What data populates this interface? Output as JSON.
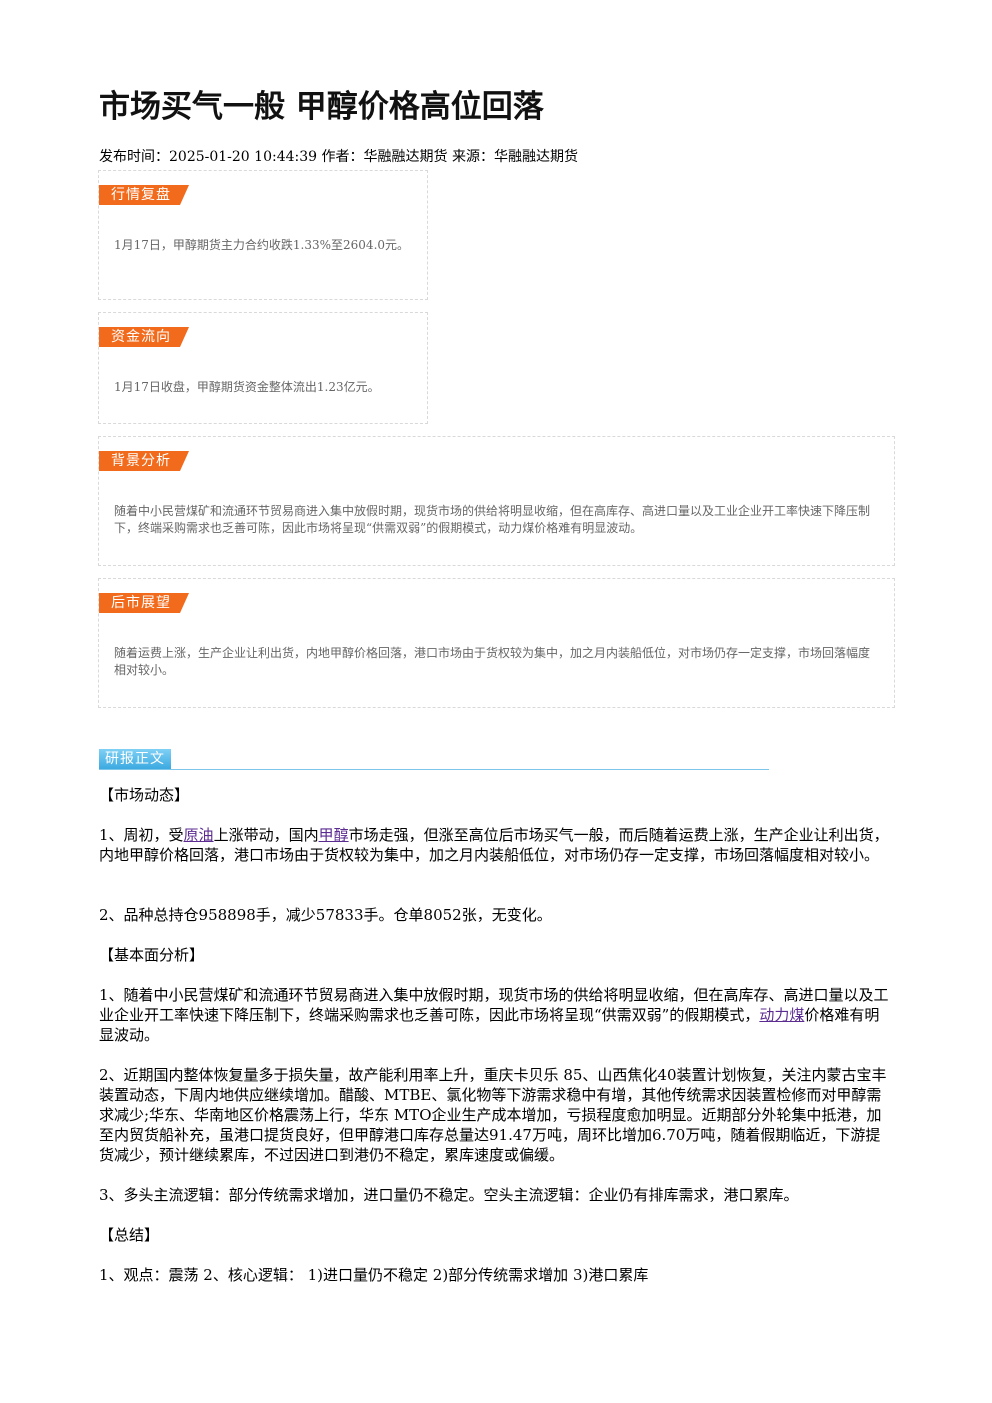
{
  "article": {
    "title": "市场买气一般 甲醇价格高位回落",
    "meta": "发布时间：2025-01-20 10:44:39 作者：华融融达期货 来源：华融融达期货"
  },
  "cards": {
    "review": {
      "tag": "行情复盘",
      "text": "1月17日，甲醇期货主力合约收跌1.33%至2604.0元。"
    },
    "fund_flow": {
      "tag": "资金流向",
      "text": "1月17日收盘，甲醇期货资金整体流出1.23亿元。"
    },
    "background": {
      "tag": "背景分析",
      "text": "随着中小民营煤矿和流通环节贸易商进入集中放假时期，现货市场的供给将明显收缩，但在高库存、高进口量以及工业企业开工率快速下降压制下，终端采购需求也乏善可陈，因此市场将呈现“供需双弱”的假期模式，动力煤价格难有明显波动。"
    },
    "outlook": {
      "tag": "后市展望",
      "text": "随着运费上涨，生产企业让利出货，内地甲醇价格回落，港口市场由于货权较为集中，加之月内装船低位，对市场仍存一定支撑，市场回落幅度相对较小。"
    }
  },
  "report": {
    "tag": "研报正文",
    "sec1_heading": "【市场动态】",
    "p1_a": "1、周初，受",
    "p1_link1": "原油",
    "p1_b": "上涨带动，国内",
    "p1_link2": "甲醇",
    "p1_c": "市场走强，但涨至高位后市场买气一般，而后随着运费上涨，生产企业让利出货，内地甲醇价格回落，港口市场由于货权较为集中，加之月内装船低位，对市场仍存一定支撑，市场回落幅度相对较小。",
    "p2": "2、品种总持仓958898手，减少57833手。仓单8052张，无变化。",
    "sec2_heading": "【基本面分析】",
    "p3_a": "1、随着中小民营煤矿和流通环节贸易商进入集中放假时期，现货市场的供给将明显收缩，但在高库存、高进口量以及工业企业开工率快速下降压制下，终端采购需求也乏善可陈，因此市场将呈现“供需双弱”的假期模式，",
    "p3_link": "动力煤",
    "p3_b": "价格难有明显波动。",
    "p4": "2、近期国内整体恢复量多于损失量，故产能利用率上升，重庆卡贝乐 85、山西焦化40装置计划恢复，关注内蒙古宝丰装置动态，下周内地供应继续增加。醋酸、MTBE、氯化物等下游需求稳中有增，其他传统需求因装置检修而对甲醇需求减少;华东、华南地区价格震荡上行，华东 MTO企业生产成本增加，亏损程度愈加明显。近期部分外轮集中抵港，加至内贸货船补充，虽港口提货良好，但甲醇港口库存总量达91.47万吨，周环比增加6.70万吨，随着假期临近，下游提货减少，预计继续累库，不过因进口到港仍不稳定，累库速度或偏缓。",
    "p5": "3、多头主流逻辑：部分传统需求增加，进口量仍不稳定。空头主流逻辑：企业仍有排库需求，港口累库。",
    "sec3_heading": "【总结】",
    "p6": "1、观点：震荡 2、核心逻辑： 1)进口量仍不稳定 2)部分传统需求增加 3)港口累库"
  },
  "colors": {
    "tag_orange": "#f26a1b",
    "report_blue": "#3ba9e0",
    "link_purple": "#5b2b91"
  }
}
